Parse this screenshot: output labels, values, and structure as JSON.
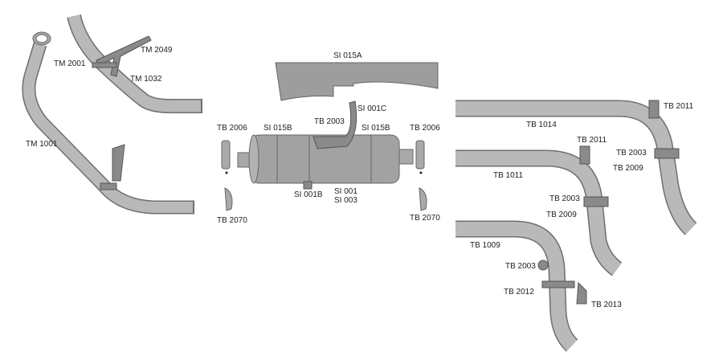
{
  "labels": {
    "tm2049": "TM 2049",
    "tm2001": "TM 2001",
    "tm1032": "TM 1032",
    "tm1001": "TM 1001",
    "si015a": "SI 015A",
    "si001c": "SI 001C",
    "tb2003_muffler": "TB 2003",
    "tb2006_left": "TB 2006",
    "si015b_left": "SI 015B",
    "si015b_right": "SI 015B",
    "tb2006_right": "TB 2006",
    "si001b": "SI 001B",
    "si001": "SI 001",
    "si003": "SI 003",
    "tb2070_left": "TB 2070",
    "tb2070_right": "TB 2070",
    "tb1014": "TB 1014",
    "tb2011_top": "TB 2011",
    "tb2003_top": "TB 2003",
    "tb2009_top": "TB 2009",
    "tb1011": "TB 1011",
    "tb2011_mid": "TB 2011",
    "tb2003_mid": "TB 2003",
    "tb2009_mid": "TB 2009",
    "tb1009": "TB 1009",
    "tb2003_low": "TB 2003",
    "tb2012": "TB 2012",
    "tb2013": "TB 2013"
  },
  "colors": {
    "pipe": "#b9b9b9",
    "outline": "#6f6f6f",
    "background": "#ffffff"
  }
}
